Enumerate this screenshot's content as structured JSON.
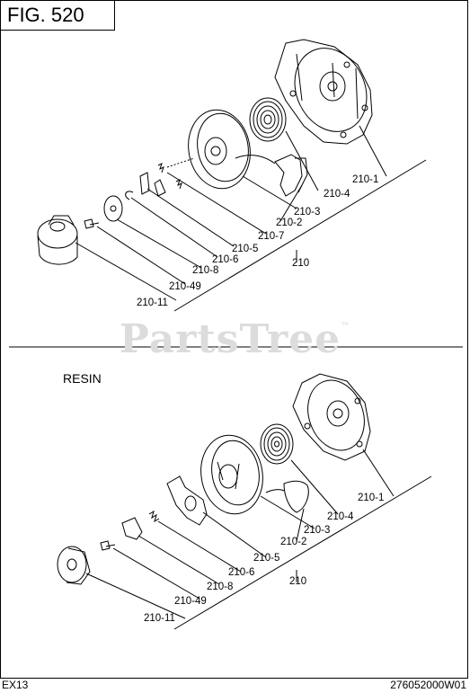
{
  "figure_label": "FIG. 520",
  "watermark": "PartsTree",
  "watermark_mark": "™",
  "lower_section_label": "RESIN",
  "footer_left": "EX13",
  "footer_right": "276052000W01",
  "upper_callouts": [
    "210-1",
    "210-4",
    "210-3",
    "210-2",
    "210-7",
    "210-5",
    "210-6",
    "210",
    "210-8",
    "210-49",
    "210-11"
  ],
  "lower_callouts": [
    "210-1",
    "210-4",
    "210-3",
    "210-2",
    "210-5",
    "210-6",
    "210",
    "210-8",
    "210-49",
    "210-11"
  ]
}
